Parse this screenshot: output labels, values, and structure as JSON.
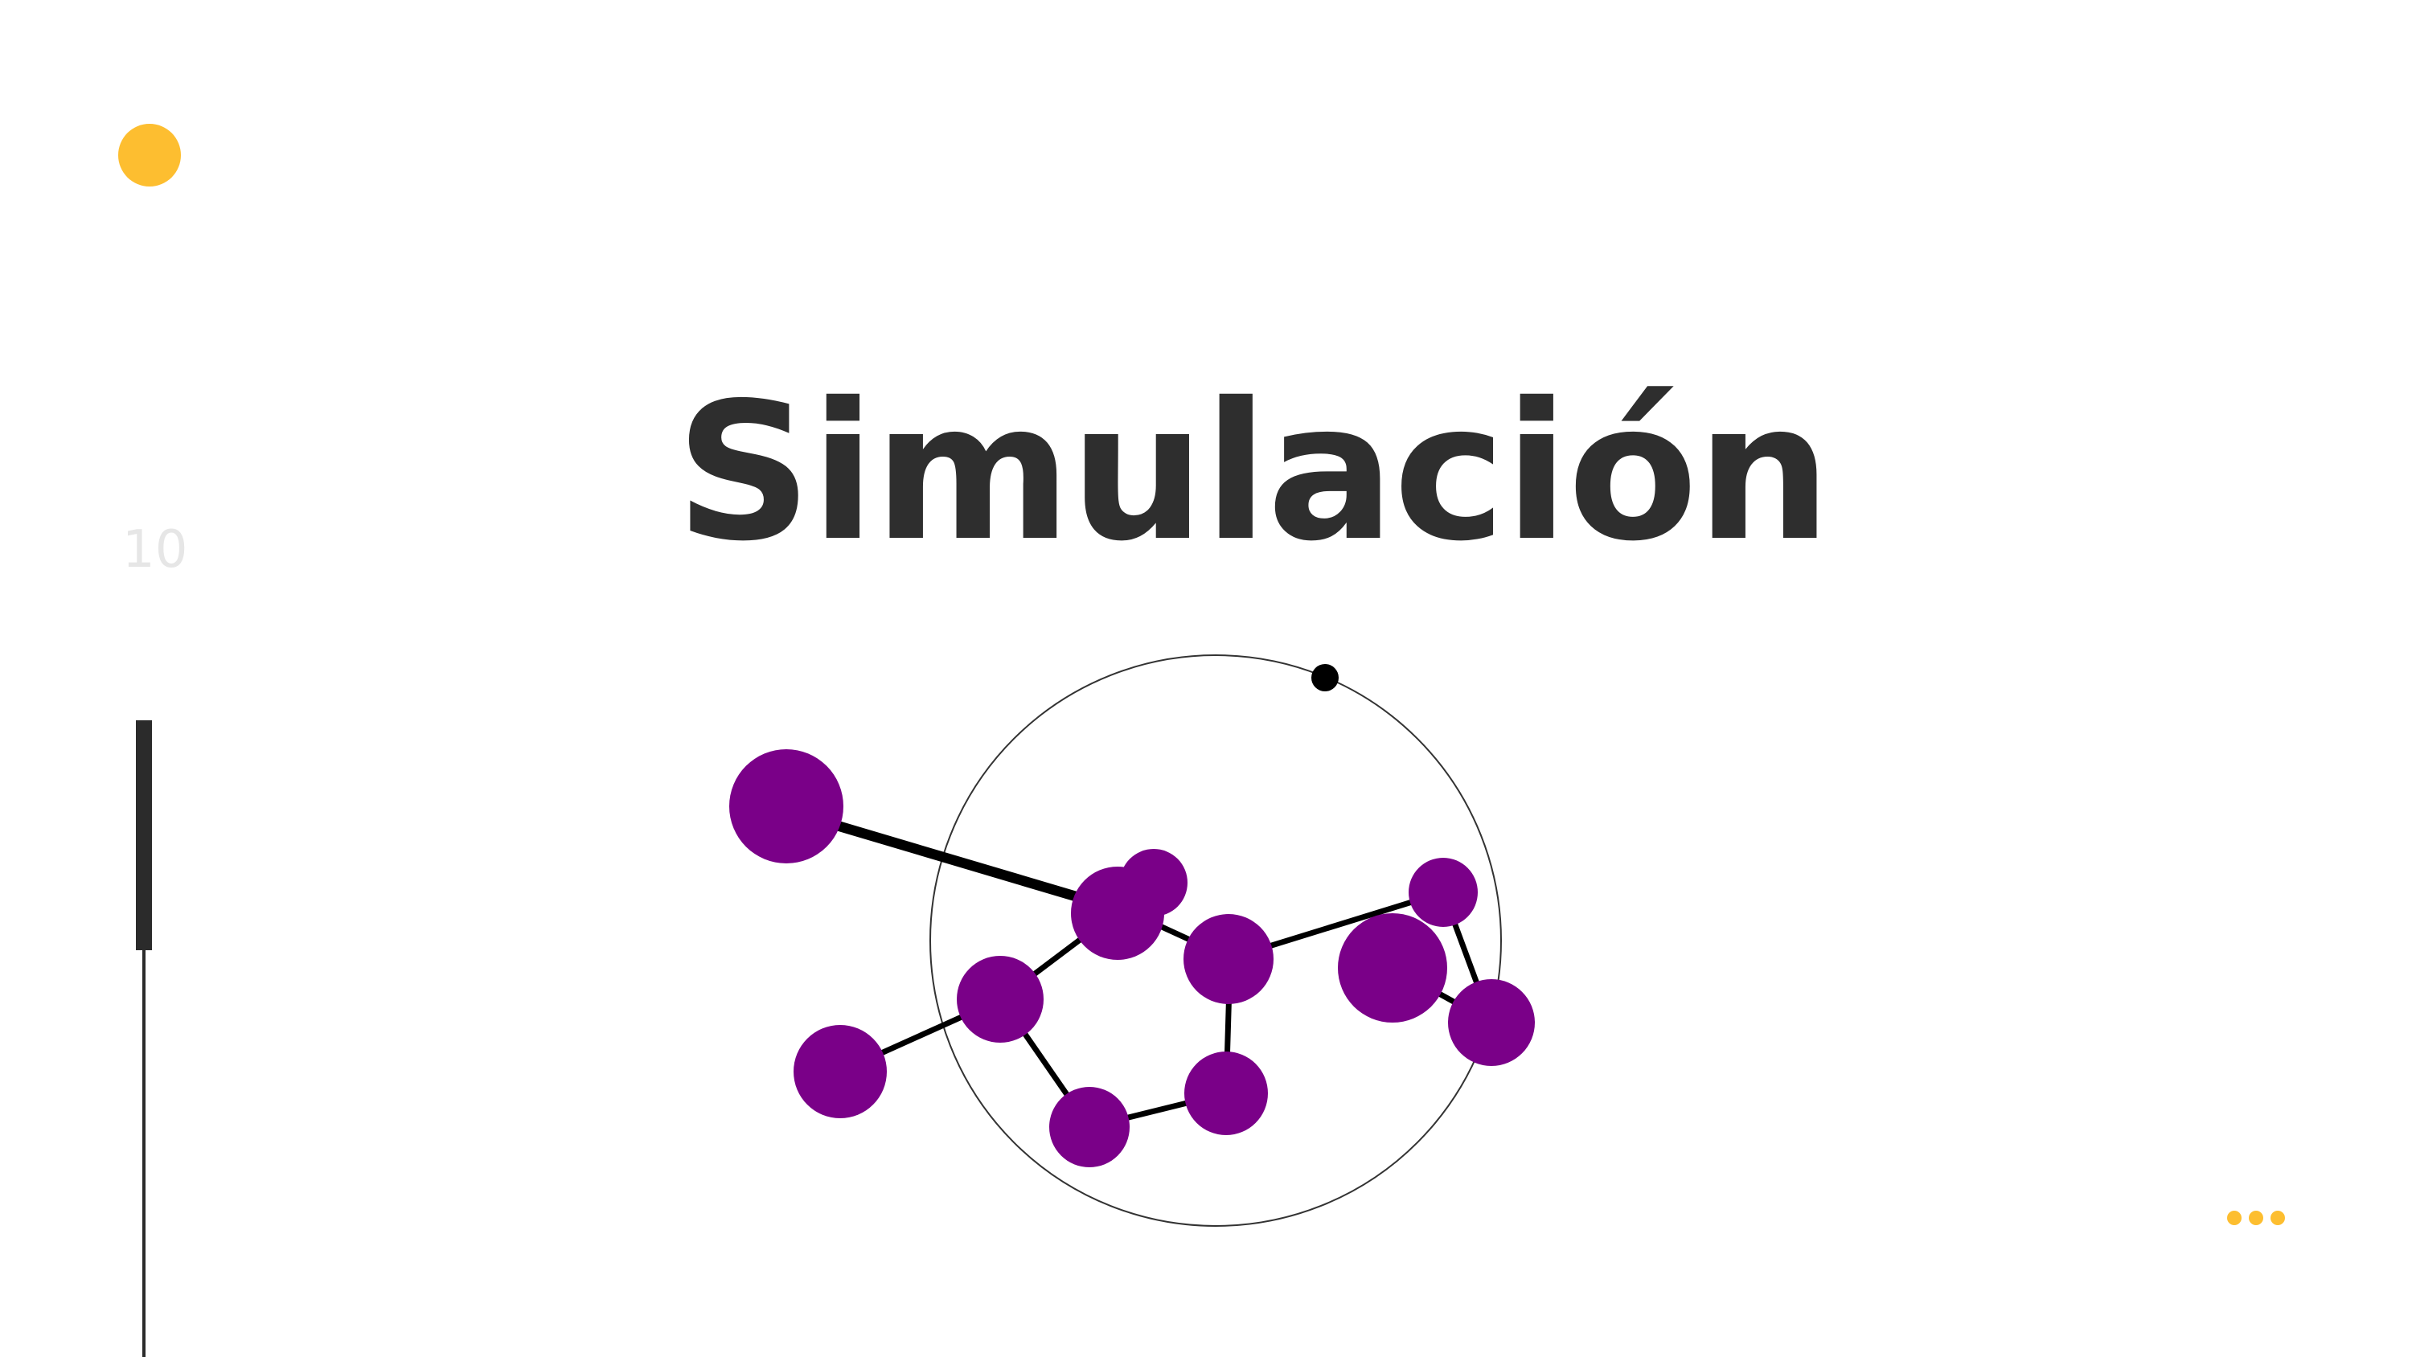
{
  "slide": {
    "title": "Simulación",
    "number": "10"
  },
  "colors": {
    "accent": "#fdbe30",
    "title": "#2e2e2e",
    "atom": "#7a0088",
    "bond": "#000000",
    "number": "#e6e6e6"
  },
  "icons": {
    "top_marker": "yellow-dot",
    "more": "ellipsis-dots"
  }
}
